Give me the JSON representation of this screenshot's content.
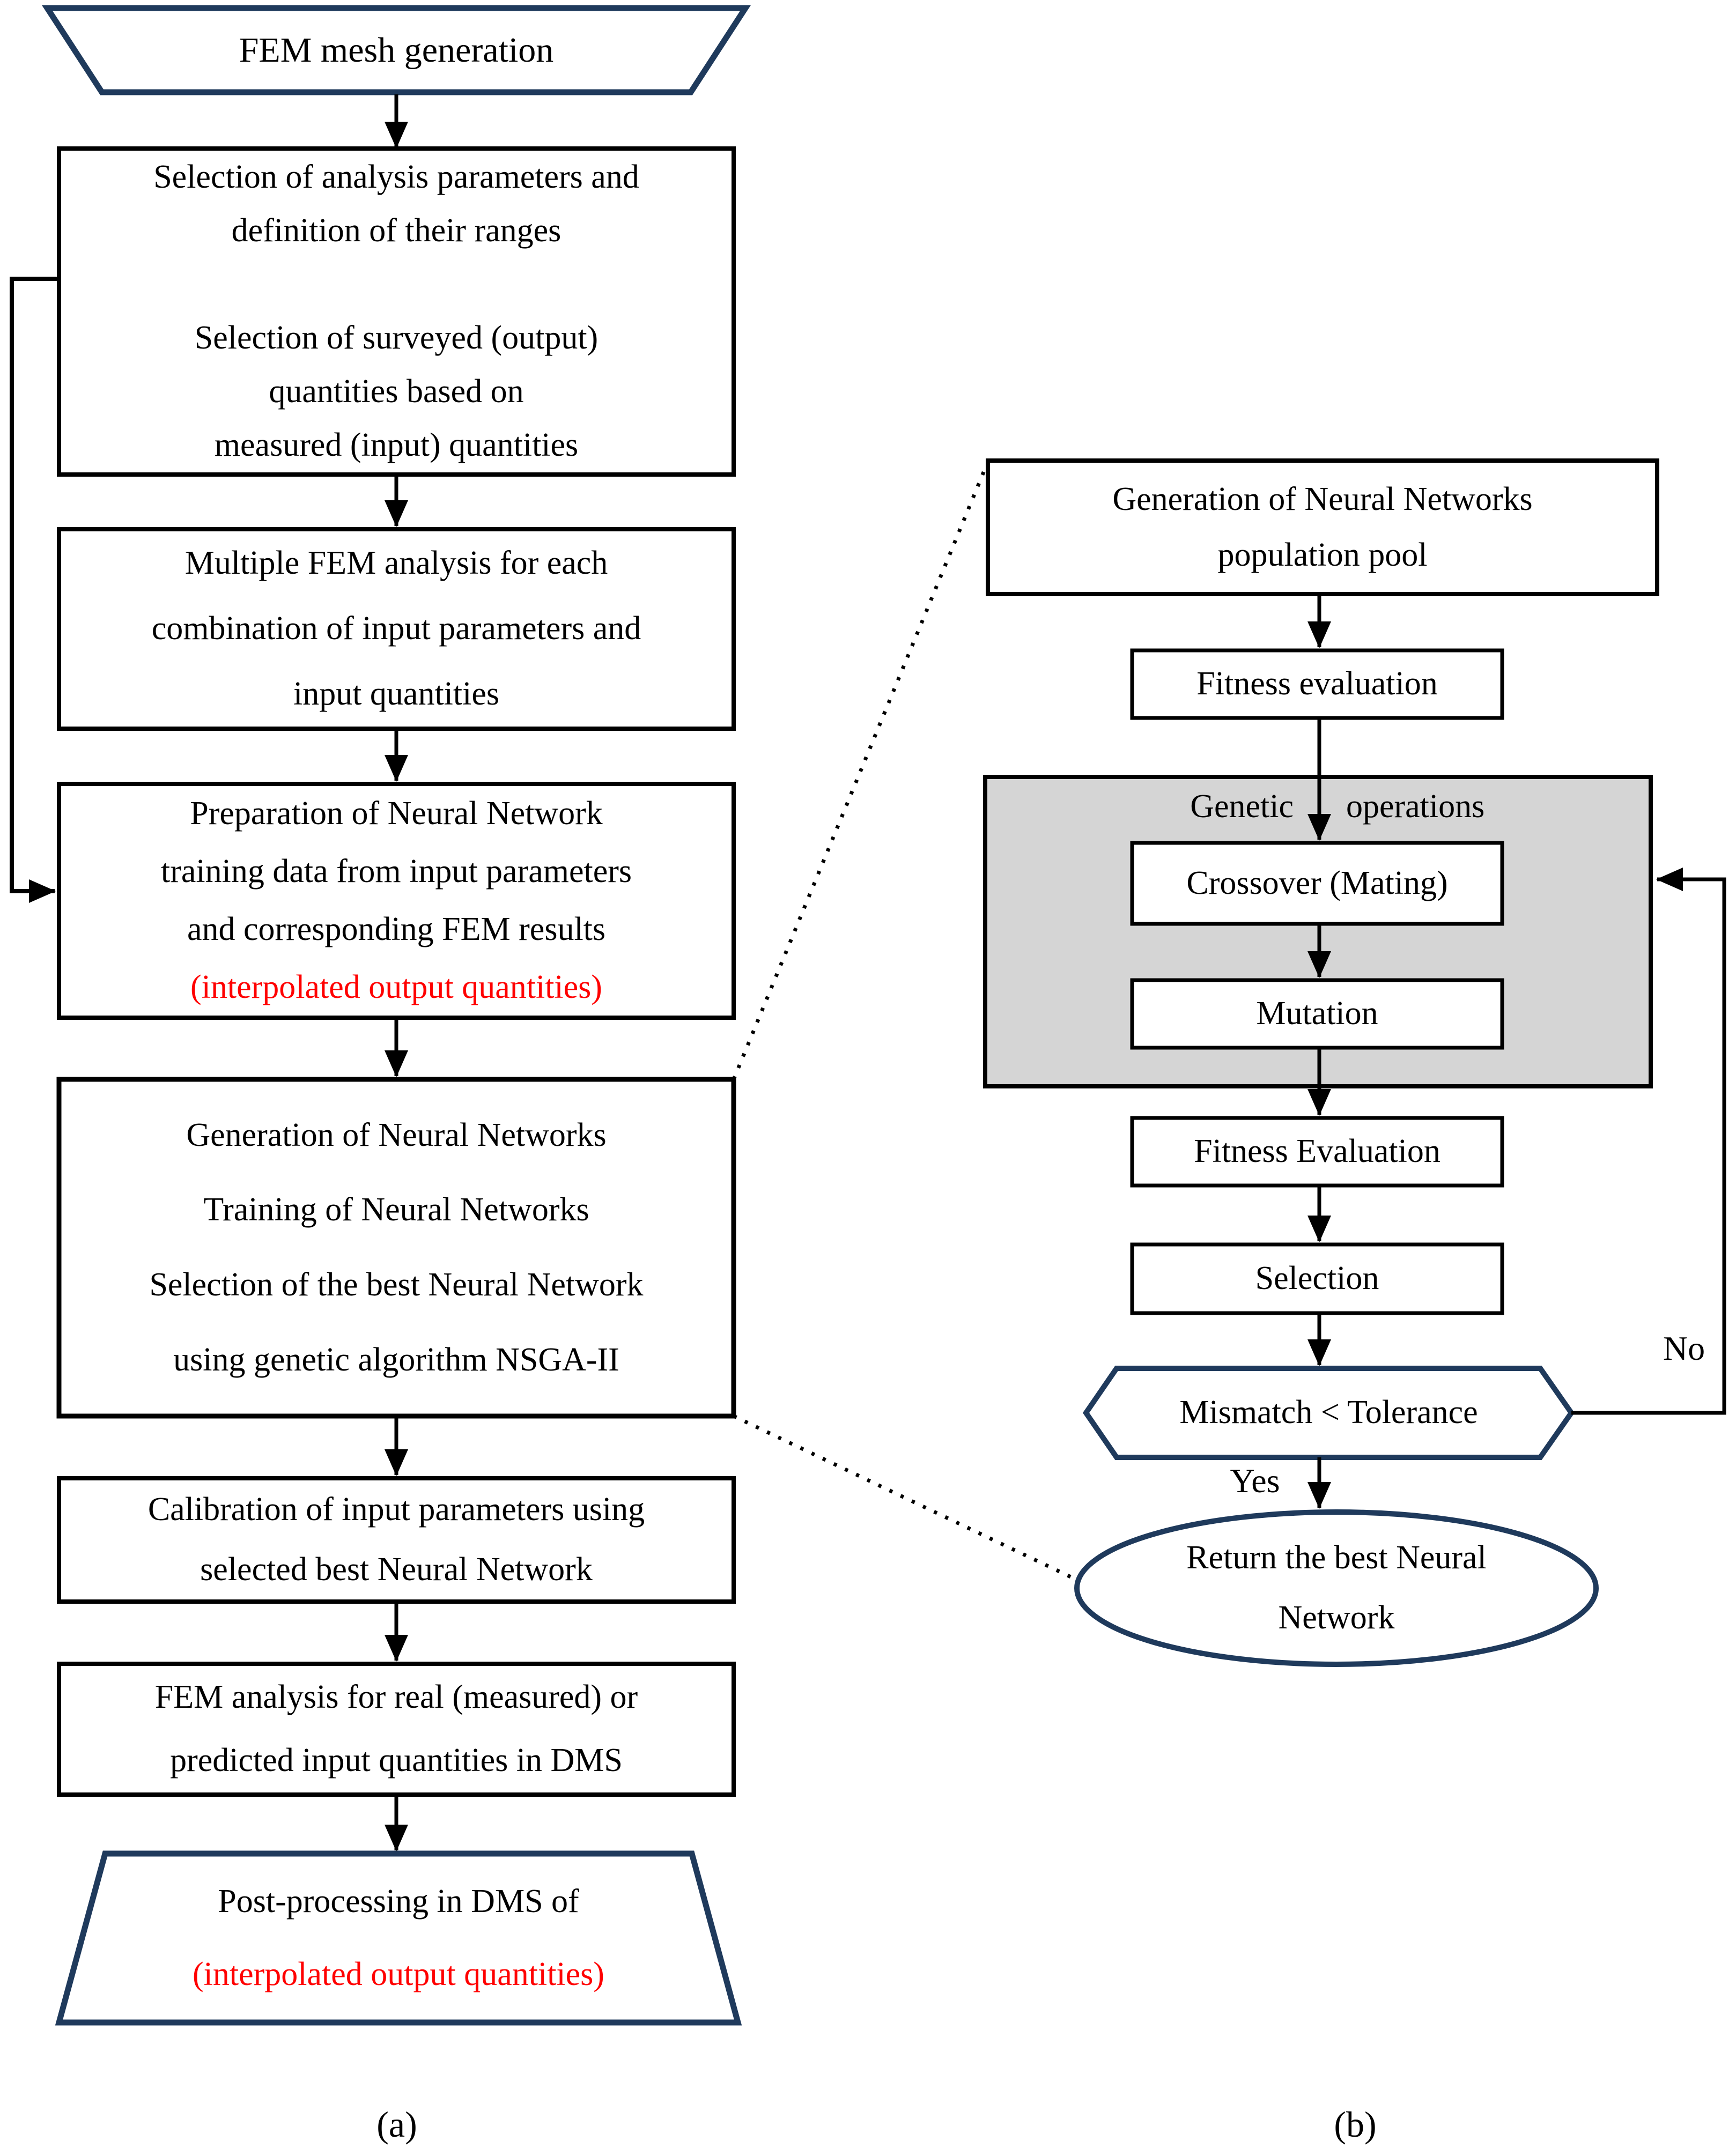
{
  "figure": {
    "panel_a_label": "(a)",
    "panel_b_label": "(b)"
  },
  "colors": {
    "navy_border": "#1f3a5c",
    "black_border": "#000000",
    "highlight_red": "#ff0000",
    "group_gray": "#d5d5d5",
    "background": "#ffffff"
  },
  "panelA": {
    "trapezoid_start": {
      "text": "FEM mesh generation"
    },
    "box_selection": {
      "lines": [
        "Selection of analysis parameters and",
        "definition of their ranges",
        "",
        "Selection of surveyed (output)",
        "quantities based on",
        "measured (input) quantities"
      ]
    },
    "box_multiple_fem": {
      "lines": [
        "Multiple FEM analysis for each",
        "combination of input parameters and",
        "input quantities"
      ]
    },
    "box_preparation": {
      "lines": [
        "Preparation of Neural Network",
        "training data from input parameters",
        "and corresponding FEM results"
      ],
      "red_line": "(interpolated output quantities)"
    },
    "box_generation_nn": {
      "lines": [
        "Generation of Neural Networks",
        "Training of Neural Networks",
        "Selection of the best Neural Network",
        "using genetic algorithm NSGA-II"
      ]
    },
    "box_calibration": {
      "lines": [
        "Calibration of input parameters using",
        "selected best Neural Network"
      ]
    },
    "box_fem_analysis": {
      "lines": [
        "FEM analysis for real (measured) or",
        "predicted input quantities in DMS"
      ]
    },
    "trapezoid_end": {
      "line1": "Post-processing in DMS of",
      "red_line": "(interpolated output quantities)"
    }
  },
  "panelB": {
    "box_population": {
      "lines": [
        "Generation of Neural Networks",
        "population pool"
      ]
    },
    "box_fitness_1": {
      "text": "Fitness evaluation"
    },
    "genetic_group": {
      "label_word_1": "Genetic",
      "label_word_2": "operations"
    },
    "box_crossover": {
      "text": "Crossover (Mating)"
    },
    "box_mutation": {
      "text": "Mutation"
    },
    "box_fitness_2": {
      "text": "Fitness Evaluation"
    },
    "box_selection": {
      "text": "Selection"
    },
    "hexagon_decision": {
      "text": "Mismatch < Tolerance"
    },
    "ellipse_return": {
      "lines": [
        "Return the best Neural",
        "Network"
      ]
    },
    "edge_no_label": "No",
    "edge_yes_label": "Yes"
  }
}
